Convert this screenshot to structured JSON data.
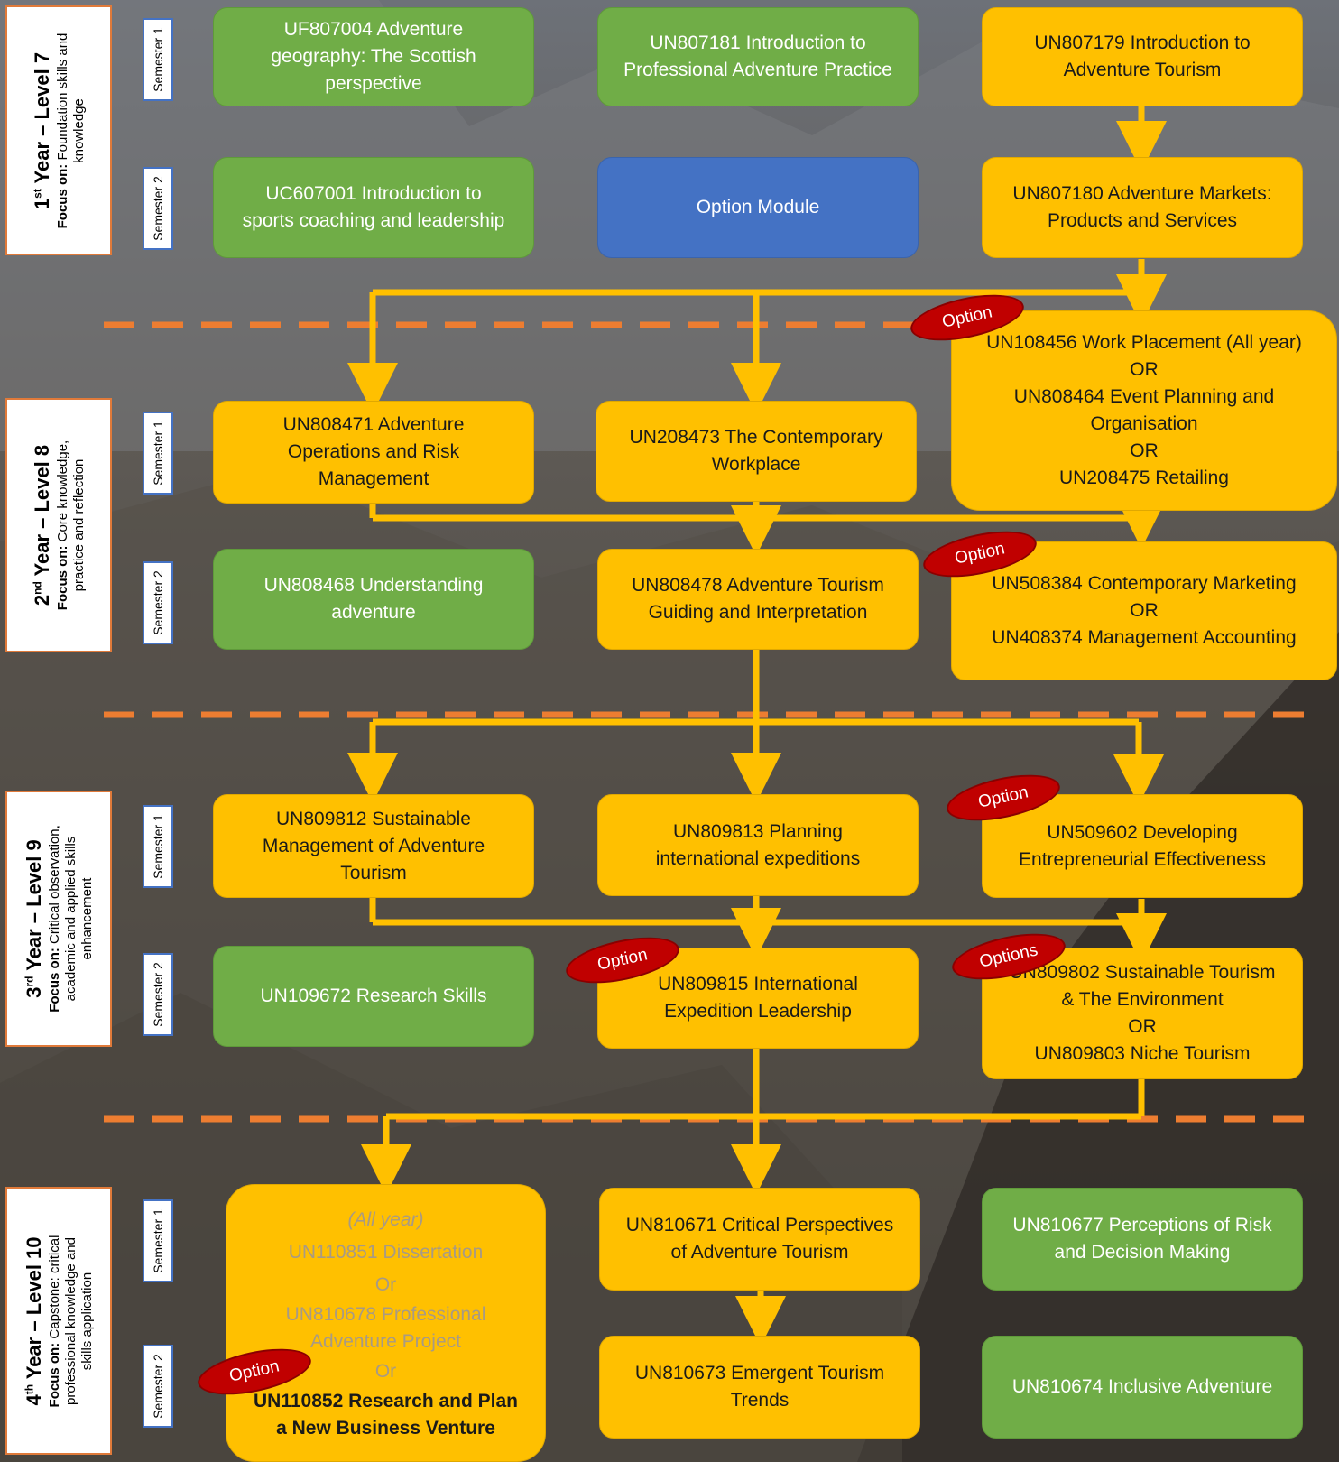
{
  "colors": {
    "green": "#70ad47",
    "blue": "#4472c4",
    "orange": "#ffc000",
    "option_tag": "#c00000",
    "divider": "#ed7d31",
    "arrow": "#ffc000"
  },
  "years": [
    {
      "ordinal": "1",
      "sup": "st",
      "title_rest": " Year – Level 7",
      "focus_label": "Focus on:",
      "focus_line1": " Foundation skills and",
      "focus_line2": "knowledge",
      "focus_line3": ""
    },
    {
      "ordinal": "2",
      "sup": "nd",
      "title_rest": " Year – Level 8",
      "focus_label": "Focus on:",
      "focus_line1": " Core knowledge,",
      "focus_line2": "practice and reflection",
      "focus_line3": ""
    },
    {
      "ordinal": "3",
      "sup": "rd",
      "title_rest": " Year – Level 9",
      "focus_label": "Focus on:",
      "focus_line1": " Critical observation,",
      "focus_line2": "academic and applied skills",
      "focus_line3": "enhancement"
    },
    {
      "ordinal": "4",
      "sup": "th",
      "title_rest": " Year – Level 10",
      "focus_label": "Focus on:",
      "focus_line1": " Capstone: critical",
      "focus_line2": "professional knowledge and",
      "focus_line3": "skills application"
    }
  ],
  "semesters": {
    "s1": "Semester 1",
    "s2": "Semester 2"
  },
  "modules": {
    "y1s1a": [
      "UF807004 Adventure",
      "geography: The Scottish",
      "perspective"
    ],
    "y1s1b": [
      "UN807181 Introduction to",
      "Professional Adventure Practice"
    ],
    "y1s1c": [
      "UN807179 Introduction to",
      "Adventure Tourism"
    ],
    "y1s2a": [
      "UC607001 Introduction to",
      "sports coaching and leadership"
    ],
    "y1s2b": [
      "Option Module"
    ],
    "y1s2c": [
      "UN807180 Adventure Markets:",
      "Products and Services"
    ],
    "y2s1a": [
      "UN808471 Adventure",
      "Operations and Risk",
      "Management"
    ],
    "y2s1b": [
      "UN208473 The Contemporary",
      "Workplace"
    ],
    "y2s1c": [
      "UN108456 Work Placement (All year)",
      "OR",
      "UN808464 Event Planning and",
      "Organisation",
      "OR",
      "UN208475 Retailing"
    ],
    "y2s2a": [
      "UN808468 Understanding",
      "adventure"
    ],
    "y2s2b": [
      "UN808478 Adventure Tourism",
      "Guiding and Interpretation"
    ],
    "y2s2c": [
      "UN508384 Contemporary Marketing",
      "OR",
      "UN408374 Management Accounting"
    ],
    "y3s1a": [
      "UN809812 Sustainable",
      "Management of Adventure",
      "Tourism"
    ],
    "y3s1b": [
      "UN809813 Planning",
      "international expeditions"
    ],
    "y3s1c": [
      "UN509602 Developing",
      "Entrepreneurial Effectiveness"
    ],
    "y3s2a": [
      "UN109672 Research Skills"
    ],
    "y3s2b": [
      "UN809815 International",
      "Expedition Leadership"
    ],
    "y3s2c": [
      "UN809802 Sustainable Tourism",
      "& The Environment",
      "OR",
      "UN809803 Niche Tourism"
    ],
    "y4a": [
      "(All year)",
      "UN110851 Dissertation",
      "Or",
      "UN810678 Professional",
      "Adventure Project",
      "Or",
      "UN110852 Research and Plan",
      "a New Business Venture"
    ],
    "y4s1b": [
      "UN810671  Critical Perspectives",
      "of Adventure Tourism"
    ],
    "y4s1c": [
      "UN810677 Perceptions of Risk",
      "and Decision Making"
    ],
    "y4s2b": [
      "UN810673 Emergent Tourism",
      "Trends"
    ],
    "y4s2c": [
      "UN810674 Inclusive Adventure"
    ]
  },
  "tags": {
    "option": "Option",
    "options": "Options"
  }
}
